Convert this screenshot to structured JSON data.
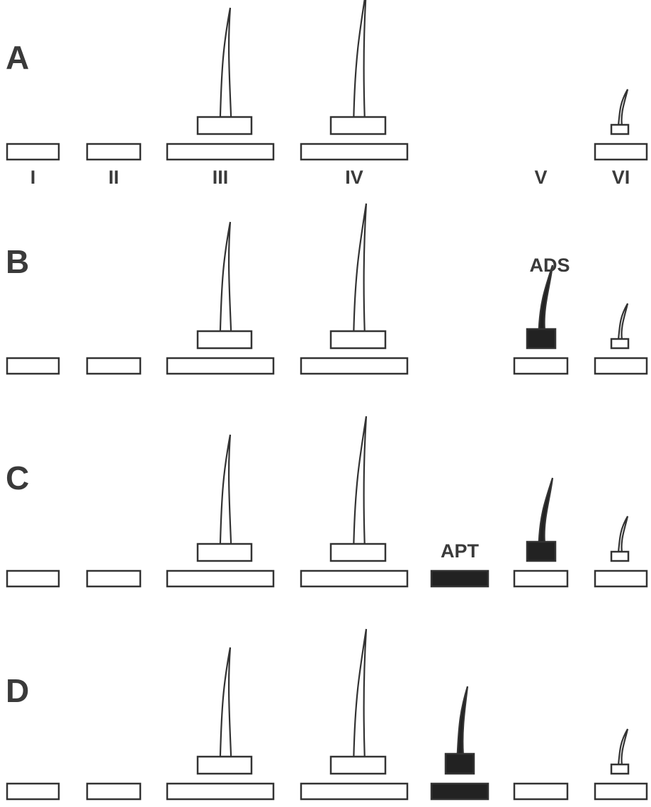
{
  "panels": [
    {
      "label": "A",
      "labels_visible": true,
      "annotation": "",
      "units": [
        {
          "name": "I",
          "state": "open",
          "bar": "none"
        },
        {
          "name": "II",
          "state": "open",
          "bar": "none"
        },
        {
          "name": "III",
          "state": "open",
          "bar": "open"
        },
        {
          "name": "IV",
          "state": "open",
          "bar": "open"
        },
        {
          "name": "V",
          "state": "absent",
          "bar": "none"
        },
        {
          "name": "VI",
          "state": "open",
          "bar": "open"
        }
      ]
    },
    {
      "label": "B",
      "labels_visible": false,
      "annotation": "ADS",
      "units": [
        {
          "name": "I",
          "state": "open",
          "bar": "none"
        },
        {
          "name": "II",
          "state": "open",
          "bar": "none"
        },
        {
          "name": "III",
          "state": "open",
          "bar": "open"
        },
        {
          "name": "IV",
          "state": "open",
          "bar": "open"
        },
        {
          "name": "V",
          "state": "open",
          "bar": "filled"
        },
        {
          "name": "VI",
          "state": "open",
          "bar": "open"
        }
      ]
    },
    {
      "label": "C",
      "labels_visible": false,
      "annotation": "APT",
      "units": [
        {
          "name": "I",
          "state": "open",
          "bar": "none"
        },
        {
          "name": "II",
          "state": "open",
          "bar": "none"
        },
        {
          "name": "III",
          "state": "open",
          "bar": "open"
        },
        {
          "name": "IV",
          "state": "open",
          "bar": "open"
        },
        {
          "name": "APT",
          "state": "filled",
          "bar": "none"
        },
        {
          "name": "V",
          "state": "open",
          "bar": "filled"
        },
        {
          "name": "VI",
          "state": "open",
          "bar": "open"
        }
      ]
    },
    {
      "label": "D",
      "labels_visible": false,
      "annotation": "",
      "units": [
        {
          "name": "I",
          "state": "open",
          "bar": "none"
        },
        {
          "name": "II",
          "state": "open",
          "bar": "none"
        },
        {
          "name": "III",
          "state": "open",
          "bar": "open"
        },
        {
          "name": "IV",
          "state": "open",
          "bar": "open"
        },
        {
          "name": "APT",
          "state": "filled",
          "bar": "filled"
        },
        {
          "name": "V",
          "state": "open",
          "bar": "none"
        },
        {
          "name": "VI",
          "state": "open",
          "bar": "open"
        }
      ]
    }
  ],
  "colors": {
    "stroke": "#333333",
    "fill": "#222222",
    "background": "#ffffff",
    "text": "#3a3a3a"
  }
}
